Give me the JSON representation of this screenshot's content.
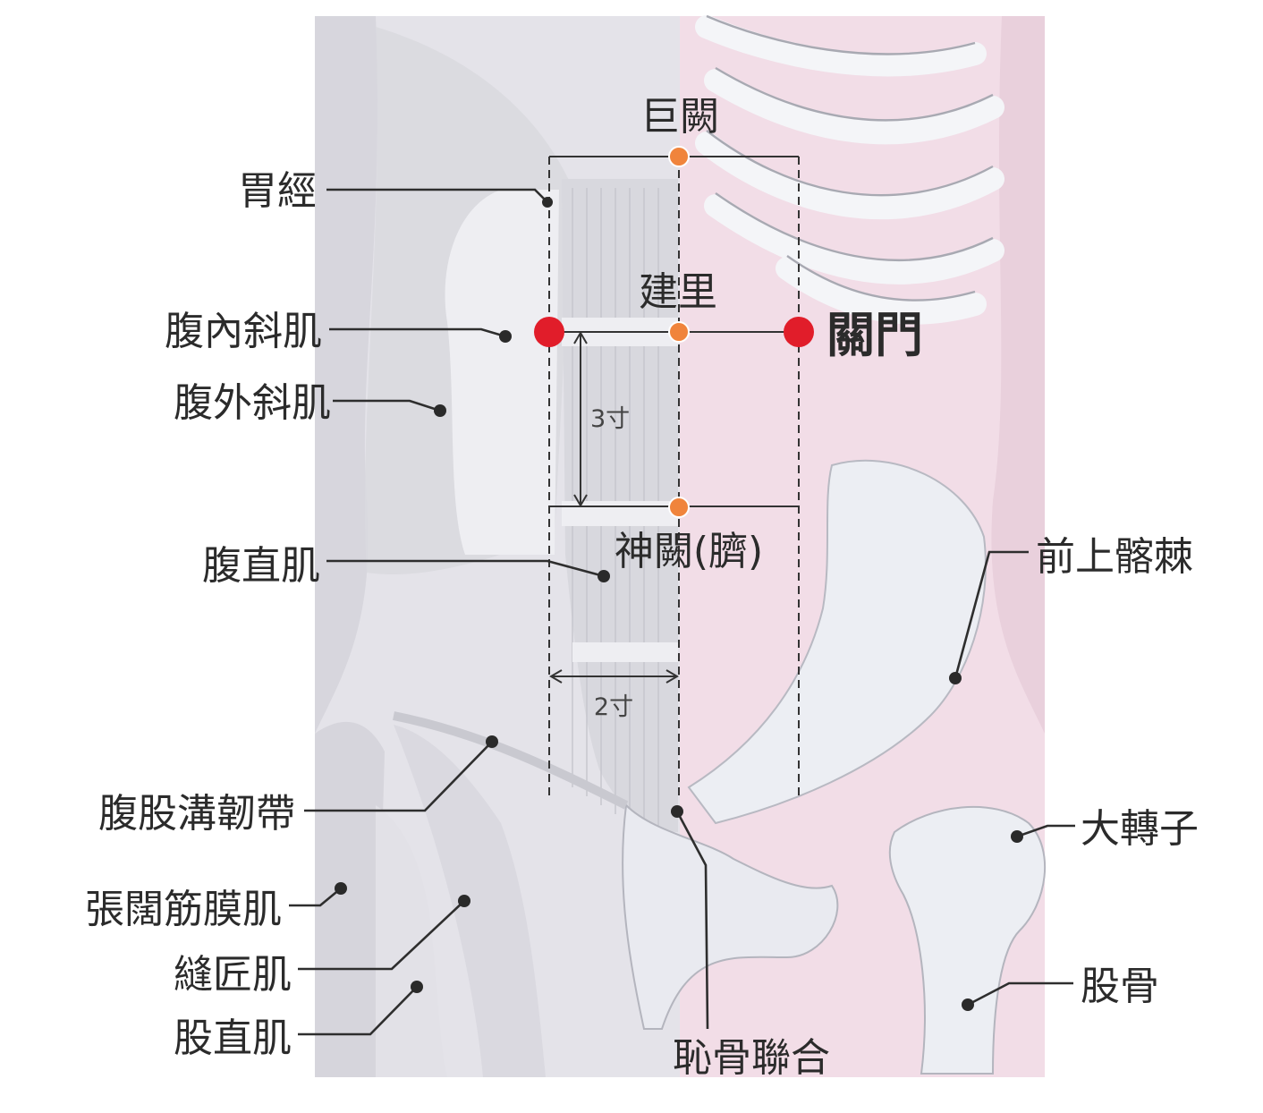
{
  "colors": {
    "acupoint_main": "#e11d2a",
    "acupoint_ref": "#f0843c",
    "body_pink": "#f2dbe6",
    "muscle_gray": "#dcdde3",
    "bone_white": "#f1f2f6"
  },
  "points": {
    "juque": "巨闕",
    "jianli": "建里",
    "shenque": "神闕(臍)",
    "guanmen": "關門"
  },
  "measures": {
    "vertical": "3寸",
    "horizontal": "2寸"
  },
  "labels_left": {
    "stomach_meridian": "胃經",
    "internal_oblique": "腹內斜肌",
    "external_oblique": "腹外斜肌",
    "rectus_abdominis": "腹直肌",
    "inguinal_ligament": "腹股溝韌帶",
    "tensor_fasciae_latae": "張闊筋膜肌",
    "sartorius": "縫匠肌",
    "rectus_femoris": "股直肌"
  },
  "labels_right": {
    "asis": "前上髂棘",
    "greater_trochanter": "大轉子",
    "femur": "股骨"
  },
  "labels_bottom": {
    "pubic_symphysis": "恥骨聯合"
  }
}
